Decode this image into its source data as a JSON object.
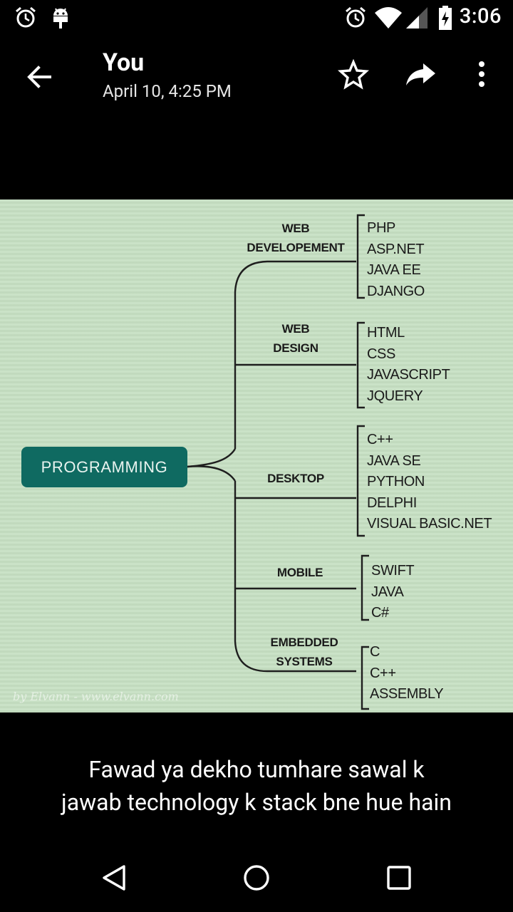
{
  "status_bar": {
    "time": "3:06",
    "icons": [
      "alarm-icon",
      "android-debug-icon",
      "alarm-icon",
      "wifi-icon",
      "signal-icon",
      "battery-charging-icon"
    ]
  },
  "header": {
    "title": "You",
    "subtitle": "April 10, 4:25 PM",
    "actions": [
      "back-arrow-icon",
      "star-icon",
      "share-icon",
      "more-vert-icon"
    ]
  },
  "image": {
    "central_node": "PROGRAMMING",
    "branches": [
      {
        "category": [
          "WEB",
          "DEVELOPEMENT"
        ],
        "items": [
          "PHP",
          "ASP.NET",
          "JAVA EE",
          "DJANGO"
        ]
      },
      {
        "category": [
          "WEB",
          "DESIGN"
        ],
        "items": [
          "HTML",
          "CSS",
          "JAVASCRIPT",
          "JQUERY"
        ]
      },
      {
        "category": [
          "DESKTOP"
        ],
        "items": [
          "C++",
          "JAVA SE",
          "PYTHON",
          "DELPHI",
          "VISUAL BASIC.NET"
        ]
      },
      {
        "category": [
          "MOBILE"
        ],
        "items": [
          "SWIFT",
          "JAVA",
          "C#"
        ]
      },
      {
        "category": [
          "EMBEDDED",
          "SYSTEMS"
        ],
        "items": [
          "C",
          "C++",
          "ASSEMBLY"
        ]
      }
    ],
    "watermark": "by Elvann - www.elvann.com"
  },
  "caption": {
    "line1": "Fawad ya dekho tumhare sawal k",
    "line2": "jawab technology k stack bne hue hain"
  },
  "nav_bar": [
    "back-triangle-icon",
    "home-circle-icon",
    "recents-square-icon"
  ]
}
